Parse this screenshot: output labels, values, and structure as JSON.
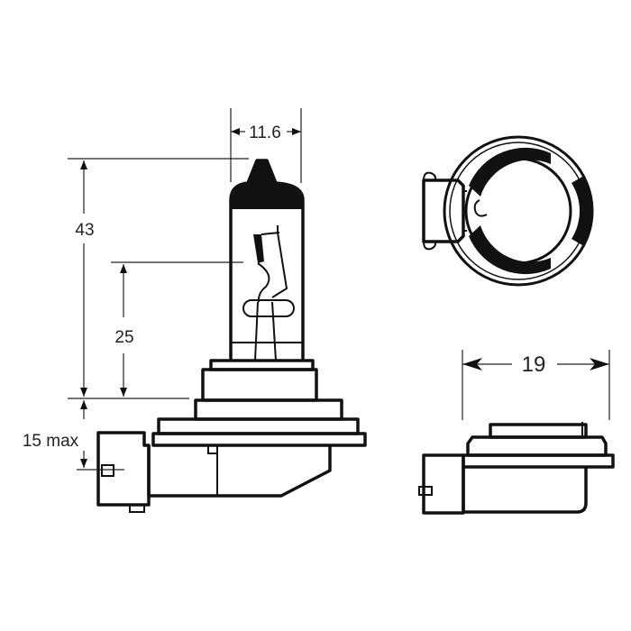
{
  "diagram": {
    "dimensions": {
      "bulb_width": "11.6",
      "overall_height": "43",
      "filament_height": "25",
      "connector_offset": "15 max",
      "base_width": "19"
    },
    "colors": {
      "line": "#111111",
      "background": "#ffffff"
    }
  }
}
